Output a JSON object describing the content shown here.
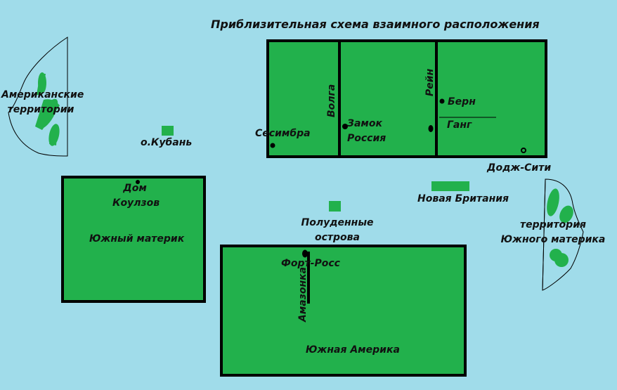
{
  "title": "Приблизительная схема взаимного расположения",
  "colors": {
    "sea": "#a0dcea",
    "land": "#22b14c",
    "border": "#000000"
  },
  "regions": {
    "american_territories": "Американские территории",
    "south_mainland": "Южный материк",
    "south_mainland_territories": "территория Южного материка",
    "south_america": "Южная Америка"
  },
  "islands": {
    "kuban": "о.Кубань",
    "new_britain": "Новая Британия",
    "noon_islands": "Полуденные острова"
  },
  "rivers": {
    "volga": "Волга",
    "rhine": "Рейн",
    "ganges": "Ганг",
    "amazon": "Амазонка"
  },
  "places": {
    "sesimbra": "Сесимбра",
    "russia_castle": "Замок Россия",
    "bern": "Берн",
    "dodge_city": "Додж-Сити",
    "coulson_house": "Дом Коулзов",
    "fort_ross": "Форт-Росс"
  }
}
